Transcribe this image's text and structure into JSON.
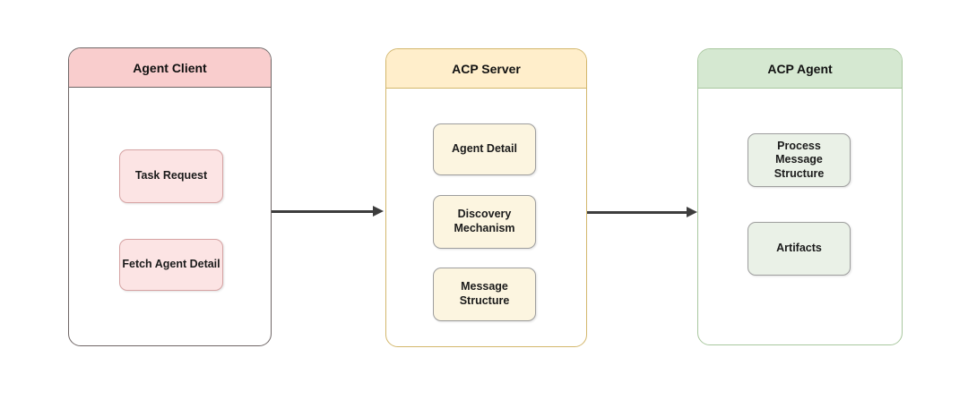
{
  "diagram": {
    "background_color": "#ffffff",
    "arrow_color": "#3d3d3d",
    "containers": [
      {
        "title": "Agent Client",
        "header_fill": "#f9cdcd",
        "border_color": "#6f6666",
        "node_fill": "#fce4e4",
        "node_border": "#d6a3a3",
        "nodes": [
          {
            "label": "Task Request"
          },
          {
            "label": "Fetch Agent Detail"
          }
        ]
      },
      {
        "title": "ACP Server",
        "header_fill": "#ffeecb",
        "border_color": "#d3b76c",
        "node_fill": "#fcf5e0",
        "node_border": "#9e9e9e",
        "nodes": [
          {
            "label": "Agent Detail"
          },
          {
            "label": "Discovery\nMechanism"
          },
          {
            "label": "Message\nStructure"
          }
        ]
      },
      {
        "title": "ACP Agent",
        "header_fill": "#d5e8d1",
        "border_color": "#a8c79e",
        "node_fill": "#eaf1e7",
        "node_border": "#9e9e9e",
        "nodes": [
          {
            "label": "Process\nMessage\nStructure"
          },
          {
            "label": "Artifacts"
          }
        ]
      }
    ],
    "arrows": [
      {
        "from": "Agent Client",
        "to": "ACP Server"
      },
      {
        "from": "ACP Server",
        "to": "ACP Agent"
      }
    ]
  }
}
